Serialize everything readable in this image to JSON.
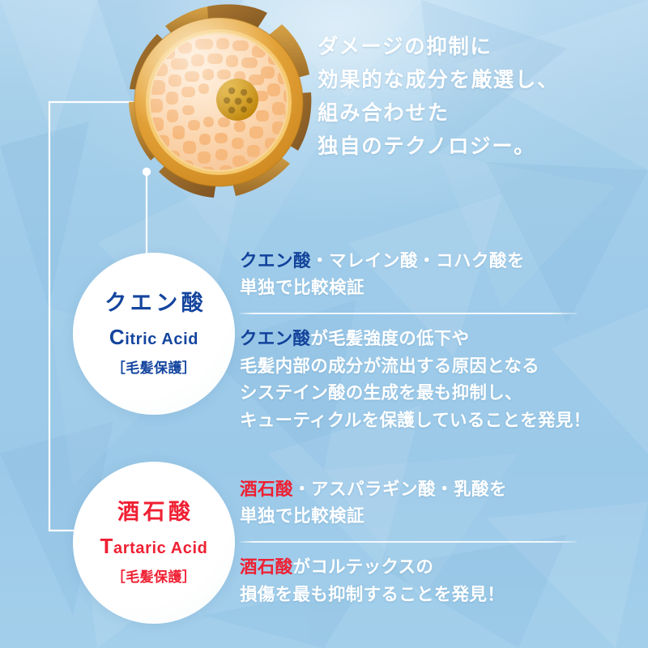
{
  "theme": {
    "bg_color": "#9ecbe9",
    "accent_blue": "#14459e",
    "accent_red": "#ef2033",
    "text_white": "#ffffff",
    "cuticle_gold": "#e2a23a",
    "cortex_peach": "#f9d3ab",
    "medulla_gold": "#c8900f"
  },
  "headline": {
    "lines": [
      "ダメージの抑制に",
      "効果的な成分を厳選し、",
      "組み合わせた",
      "独自のテクノロジー。"
    ]
  },
  "hair_diagram": {
    "label": "hair-cross-section",
    "parts": [
      {
        "name": "cuticle",
        "color": "#e2a23a"
      },
      {
        "name": "cortex",
        "color": "#f9d3ab"
      },
      {
        "name": "medulla",
        "color": "#c8900f"
      }
    ],
    "callout_markers": 2
  },
  "ingredients": [
    {
      "id": "citric",
      "color": "#14459e",
      "circle": {
        "jp_name": "クエン酸",
        "en_cap": "C",
        "en_rest": "itric Acid",
        "tag": "［毛髪保護］"
      },
      "lead": {
        "keyword": "クエン酸",
        "lines": [
          {
            "keyword": "クエン酸",
            "rest": "・マレイン酸・コハク酸を"
          },
          {
            "keyword": "",
            "rest": "単独で比較検証"
          }
        ]
      },
      "body": {
        "lines": [
          {
            "keyword": "クエン酸",
            "rest": "が毛髪強度の低下や"
          },
          {
            "keyword": "",
            "rest": "毛髪内部の成分が流出する原因となる"
          },
          {
            "keyword": "",
            "rest": "システイン酸の生成を最も抑制し、"
          },
          {
            "keyword": "",
            "rest": "キューティクルを保護していることを発見！"
          }
        ]
      }
    },
    {
      "id": "tartaric",
      "color": "#ef2033",
      "circle": {
        "jp_name": "酒石酸",
        "en_cap": "T",
        "en_rest": "artaric Acid",
        "tag": "［毛髪保護］"
      },
      "lead": {
        "keyword": "酒石酸",
        "lines": [
          {
            "keyword": "酒石酸",
            "rest": "・アスパラギン酸・乳酸を"
          },
          {
            "keyword": "",
            "rest": "単独で比較検証"
          }
        ]
      },
      "body": {
        "lines": [
          {
            "keyword": "酒石酸",
            "rest": "がコルテックスの"
          },
          {
            "keyword": "",
            "rest": "損傷を最も抑制することを発見！"
          }
        ]
      }
    }
  ]
}
